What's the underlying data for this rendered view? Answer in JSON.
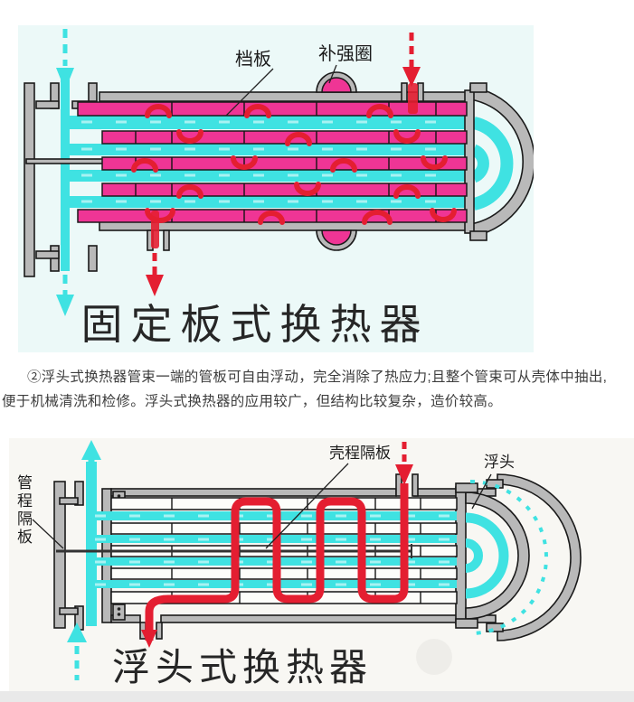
{
  "colors": {
    "pink": "#ef3595",
    "red": "#e41e31",
    "cyan": "#3fe2e2",
    "gray": "#b9b9b9",
    "diagram1-bg": "#ecf9f8",
    "diagram2-bg": "#f8f7f3",
    "page-bg": "#ffffff",
    "text": "#3d3d3d",
    "outline": "#1a1a1a",
    "footer": "#e9e9e9"
  },
  "paragraph": {
    "lines": [
      "②浮头式换热器管束一端的管板可自由浮动，完全消除了热应力;且整个管束可从壳体中抽出,",
      "便于机械清洗和检修。浮头式换热器的应用较广，但结构比较复杂，造价较高。"
    ]
  },
  "diagram1": {
    "title": "固定板式换热器",
    "labels": {
      "baffle": "档板",
      "reinforcement_ring": "补强圈"
    }
  },
  "diagram2": {
    "title": "浮头式换热器",
    "labels": {
      "tube_pass_partition": "管程隔板",
      "shell_pass_partition": "壳程隔板",
      "floating_head": "浮头"
    }
  }
}
